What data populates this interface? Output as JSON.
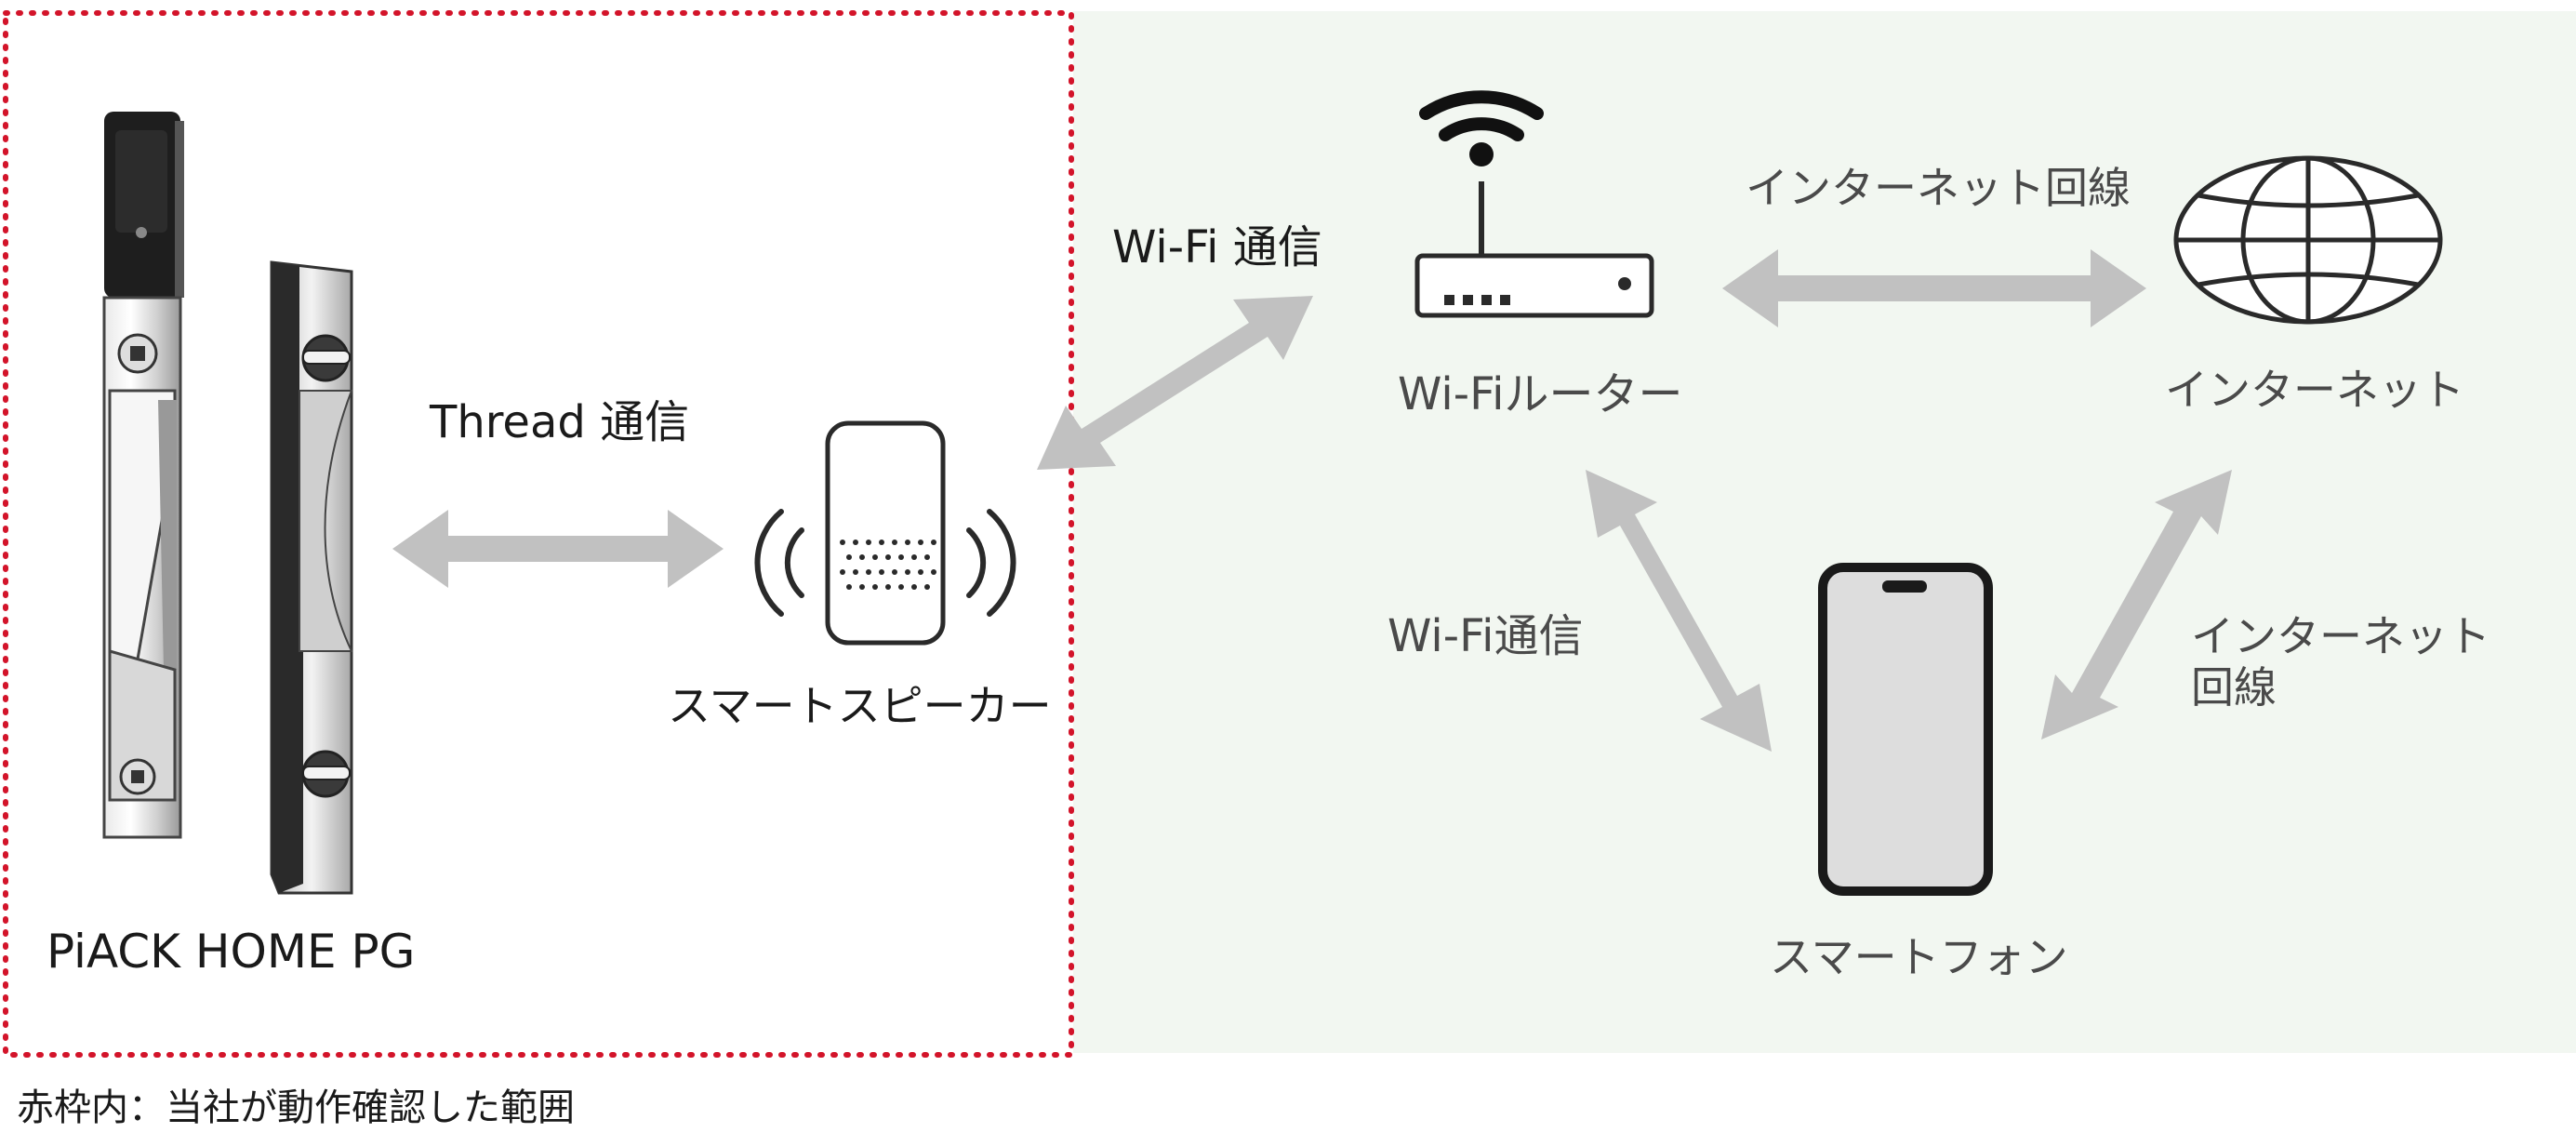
{
  "colors": {
    "background_panel": "#f2f7f1",
    "dotted_border": "#d3142a",
    "arrow": "#c1c1c1",
    "text_dark": "#1a1a1a",
    "text_gray": "#4a4a4a",
    "icon_stroke": "#2a2a2a"
  },
  "labels": {
    "device_name": "PiACK HOME PG",
    "thread_comm": "Thread 通信",
    "smart_speaker": "スマートスピーカー",
    "wifi_comm_top": "Wi-Fi 通信",
    "wifi_router": "Wi-Fiルーター",
    "internet_line_top": "インターネット回線",
    "internet": "インターネット",
    "wifi_comm_bottom": "Wi-Fi通信",
    "internet_line_right_1": "インターネット",
    "internet_line_right_2": "回線",
    "smartphone": "スマートフォン",
    "footnote": "赤枠内：当社が動作確認した範囲"
  },
  "icons": [
    "door-lock-handle-front",
    "door-lock-handle-back",
    "smart-speaker-icon",
    "wifi-router-icon",
    "globe-icon",
    "smartphone-icon"
  ]
}
